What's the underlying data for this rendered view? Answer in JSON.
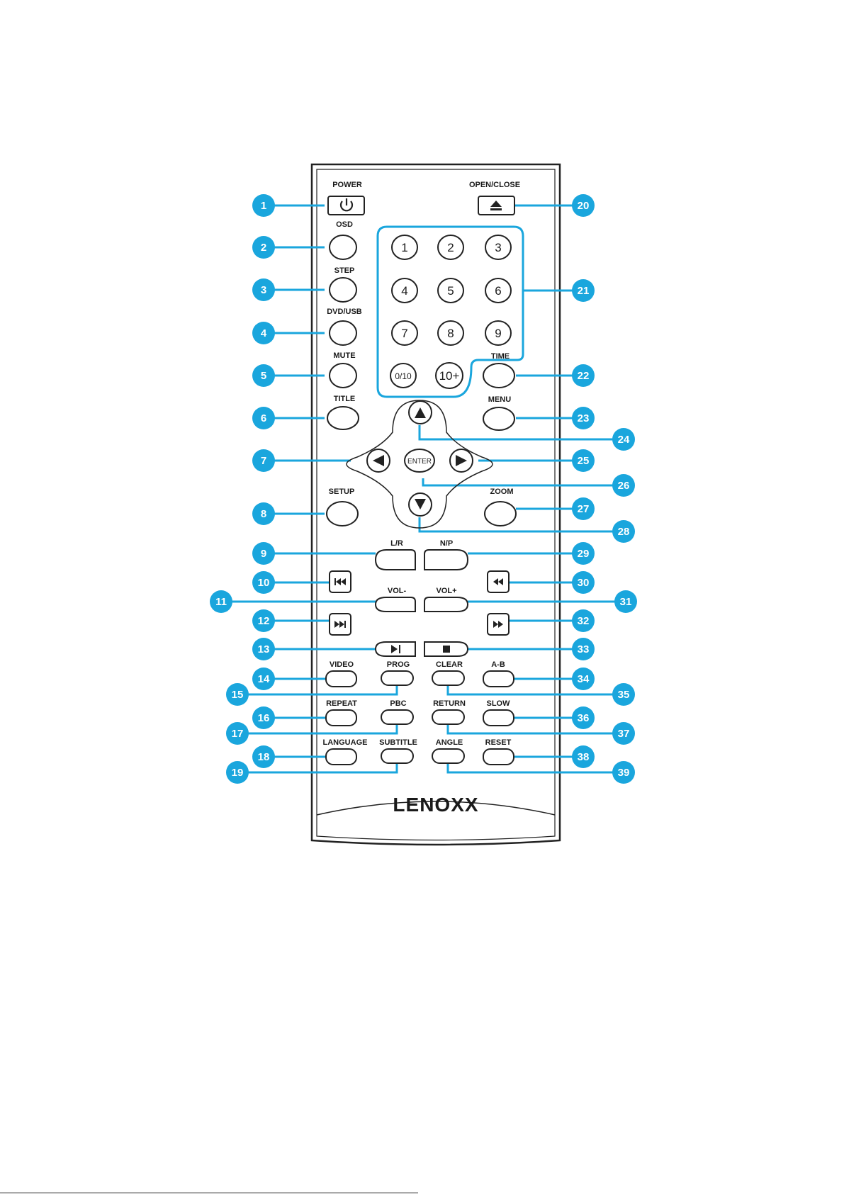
{
  "diagram": {
    "brand": "LENOXX",
    "accent_color": "#1aa6dd",
    "button_labels": {
      "power": "POWER",
      "open_close": "OPEN/CLOSE",
      "osd": "OSD",
      "step": "STEP",
      "dvd_usb": "DVD/USB",
      "mute": "MUTE",
      "title": "TITLE",
      "time": "TIME",
      "menu": "MENU",
      "enter": "ENTER",
      "setup": "SETUP",
      "zoom": "ZOOM",
      "lr": "L/R",
      "np": "N/P",
      "vol_minus": "VOL-",
      "vol_plus": "VOL+",
      "video": "VIDEO",
      "prog": "PROG",
      "clear": "CLEAR",
      "ab": "A-B",
      "repeat": "REPEAT",
      "pbc": "PBC",
      "return": "RETURN",
      "slow": "SLOW",
      "language": "LANGUAGE",
      "subtitle": "SUBTITLE",
      "angle": "ANGLE",
      "reset": "RESET"
    },
    "number_keys": [
      "1",
      "2",
      "3",
      "4",
      "5",
      "6",
      "7",
      "8",
      "9",
      "0/10",
      "10+"
    ],
    "icons": {
      "power": "power-icon",
      "eject": "eject-icon",
      "up": "arrow-up-icon",
      "down": "arrow-down-icon",
      "left": "arrow-left-icon",
      "right": "arrow-right-icon",
      "prev": "skip-previous-icon",
      "next": "skip-next-icon",
      "rewind": "rewind-icon",
      "fast_forward": "fast-forward-icon",
      "play_pause": "play-pause-icon",
      "stop": "stop-icon"
    },
    "callouts": [
      "1",
      "2",
      "3",
      "4",
      "5",
      "6",
      "7",
      "8",
      "9",
      "10",
      "11",
      "12",
      "13",
      "14",
      "15",
      "16",
      "17",
      "18",
      "19",
      "20",
      "21",
      "22",
      "23",
      "24",
      "25",
      "26",
      "27",
      "28",
      "29",
      "30",
      "31",
      "32",
      "33",
      "34",
      "35",
      "36",
      "37",
      "38",
      "39"
    ]
  }
}
